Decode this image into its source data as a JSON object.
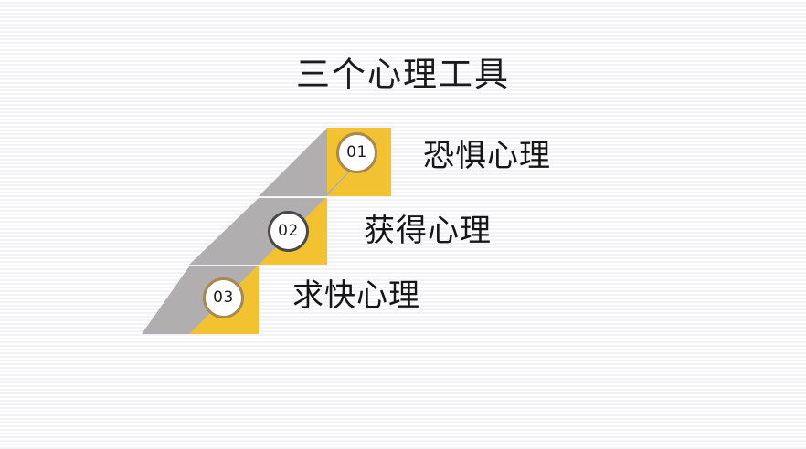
{
  "slide": {
    "title": "三个心理工具",
    "background_color": "#f8f8f9",
    "accent_yellow": "#f2c230",
    "accent_gray": "#b0aeae",
    "badge_gold_ring": "#a8894f",
    "badge_dark_ring": "#494949",
    "text_color": "#151515"
  },
  "steps": [
    {
      "number": "01",
      "label": "恐惧心理",
      "badge_ring": "gold"
    },
    {
      "number": "02",
      "label": "获得心理",
      "badge_ring": "dark"
    },
    {
      "number": "03",
      "label": "求快心理",
      "badge_ring": "gold"
    }
  ]
}
